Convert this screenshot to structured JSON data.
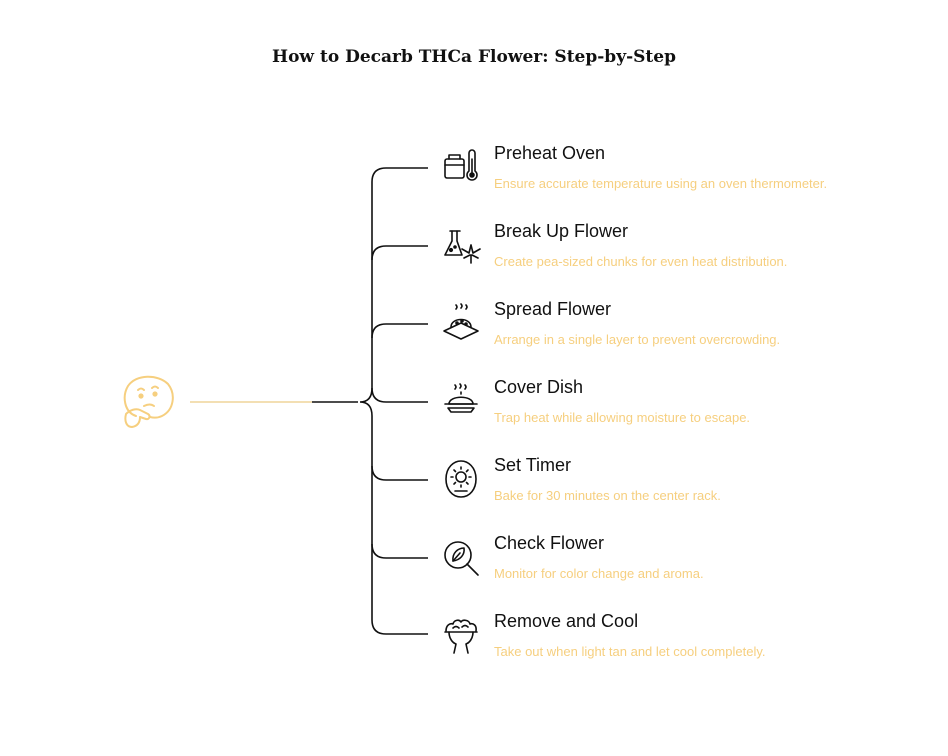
{
  "title": "How to Decarb THCa Flower: Step-by-Step",
  "colors": {
    "accent": "#f6cf7f",
    "line": "#111111",
    "hub_line": "#f3dfb3"
  },
  "steps": [
    {
      "label": "Preheat Oven",
      "description": "Ensure accurate temperature using an oven thermometer.",
      "icon": "oven-thermometer-icon"
    },
    {
      "label": "Break Up Flower",
      "description": "Create pea-sized chunks for even heat distribution.",
      "icon": "flask-leaf-icon"
    },
    {
      "label": "Spread Flower",
      "description": "Arrange in a single layer to prevent overcrowding.",
      "icon": "baking-tray-icon"
    },
    {
      "label": "Cover Dish",
      "description": "Trap heat while allowing moisture to escape.",
      "icon": "covered-dish-icon"
    },
    {
      "label": "Set Timer",
      "description": "Bake for 30 minutes on the center rack.",
      "icon": "timer-icon"
    },
    {
      "label": "Check Flower",
      "description": "Monitor for color change and aroma.",
      "icon": "magnifier-leaf-icon"
    },
    {
      "label": "Remove and Cool",
      "description": "Take out when light tan and let cool completely.",
      "icon": "cooling-bowl-icon"
    }
  ]
}
